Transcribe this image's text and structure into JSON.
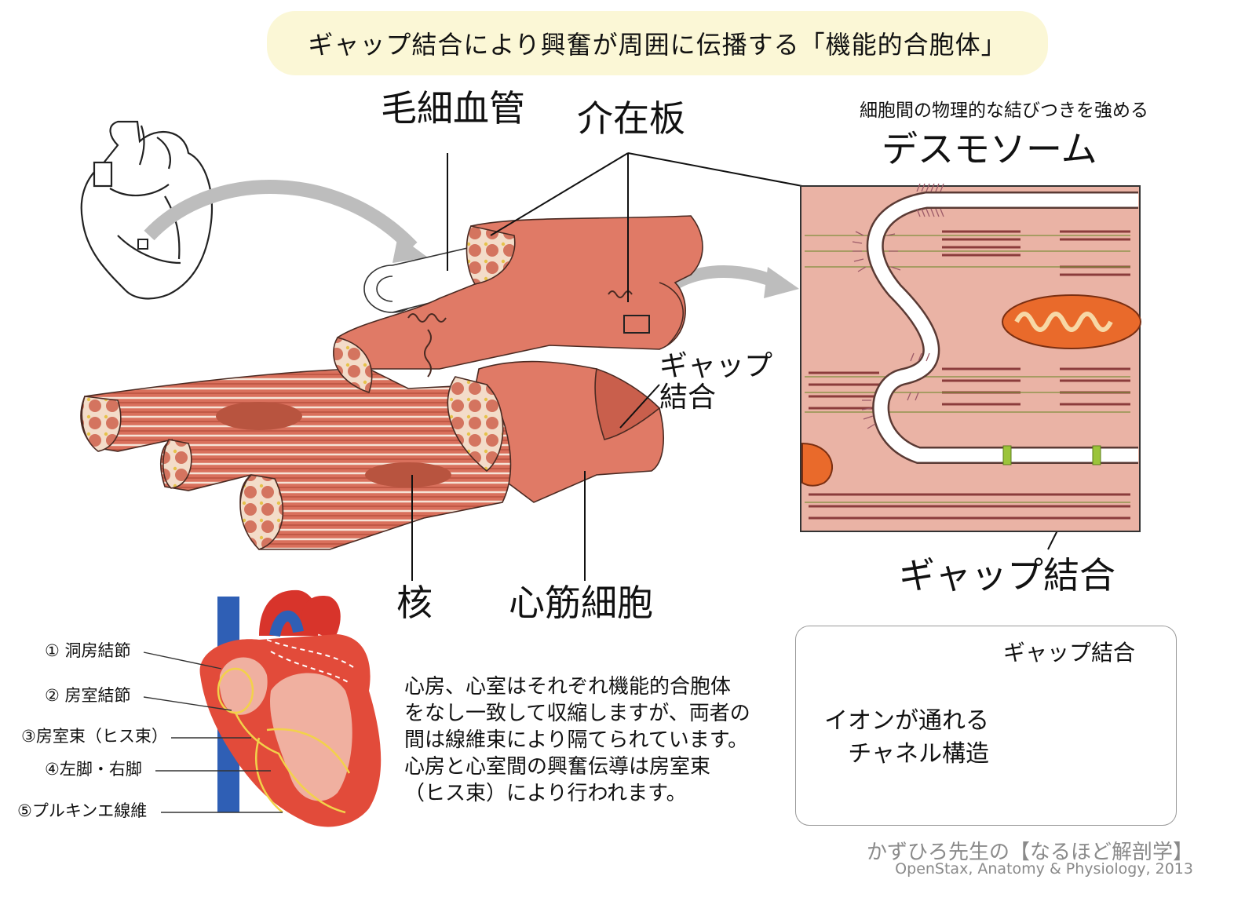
{
  "title": "ギャップ結合により興奮が周囲に伝播する「機能的合胞体」",
  "labels": {
    "capillary": "毛細血管",
    "intercalated_disc": "介在板",
    "desmosome_note": "細胞間の物理的な結びつきを強める",
    "desmosome": "デスモソーム",
    "gap_junction_line1": "ギャップ",
    "gap_junction_line2": "結合",
    "gap_junction": "ギャップ結合",
    "nucleus": "核",
    "cardiac_muscle_cell": "心筋細胞"
  },
  "conduction_system": {
    "items": [
      "① 洞房結節",
      "② 房室結節",
      "③房室束（ヒス束）",
      "④左脚・右脚",
      "⑤プルキンエ線維"
    ]
  },
  "explanation": [
    "心房、心室はそれぞれ機能的合胞体",
    "をなし一致して収縮しますが、両者の",
    "間は線維束により隔てられています。",
    "心房と心室間の興奮伝導は房室束",
    "（ヒス束）により行われます。"
  ],
  "inset": {
    "title": "ギャップ結合",
    "channel_line1": "イオンが通れる",
    "channel_line2": "チャネル構造"
  },
  "credits": {
    "line1": "かずひろ先生の【なるほど解剖学】",
    "line2": "OpenStax, Anatomy & Physiology, 2013"
  },
  "colors": {
    "banner": "#fbf7d6",
    "muscle": "#e07a66",
    "muscle_dark": "#c65b48",
    "muscle_pale": "#eab3a5",
    "mitochondria": "#e96a2b",
    "gap_channel": "#9bc43a",
    "vein_blue": "#2f5fb5",
    "artery_red": "#d8342b"
  }
}
